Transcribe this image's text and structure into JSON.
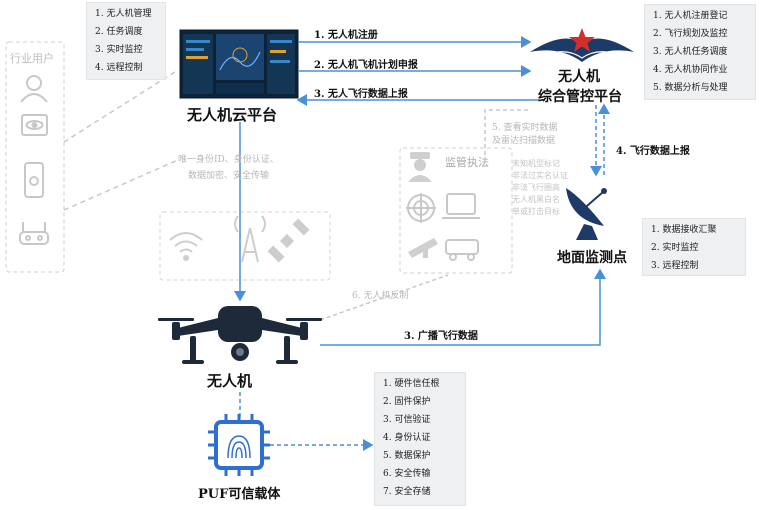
{
  "cloud_platform": {
    "features": [
      "1. 无人机管理",
      "2. 任务调度",
      "3. 实时监控",
      "4. 远程控制"
    ],
    "label": "无人机云平台"
  },
  "industry_users": {
    "label": "行业用户"
  },
  "control_platform": {
    "logo_text": "无人机",
    "label": "综合管控平台",
    "features": [
      "1. 无人机注册登记",
      "2. 飞行规划及监控",
      "3. 无人机任务调度",
      "4. 无人机协同作业",
      "5. 数据分析与处理"
    ]
  },
  "edges": {
    "registration": "1. 无人机注册",
    "flight_plan": "2. 无人机飞机计划申报",
    "flight_data_report": "3. 无人飞行数据上报",
    "ground_report": "4. 飞行数据上报",
    "broadcast": "3. 广播飞行数据",
    "counter": "6. 无人机反制"
  },
  "security_note": [
    "唯一身份ID、身份认证、",
    "数据加密、安全传输"
  ],
  "supervision": {
    "label": "监管执法",
    "query": [
      "5. 查看实时数据",
      "及雷达扫描数据"
    ],
    "notes": [
      "未知机型标记",
      "非法过实名认证",
      "非法飞行圈高",
      "无人机黑白名",
      "单或打击目标"
    ]
  },
  "ground_station": {
    "label": "地面监测点",
    "features": [
      "1. 数据接收汇聚",
      "2.  实时监控",
      "3. 远程控制"
    ]
  },
  "drone": {
    "label": "无人机"
  },
  "puf": {
    "label": "PUF可信载体",
    "features": [
      "1. 硬件信任根",
      "2. 固件保护",
      "3. 可信验证",
      "4. 身份认证",
      "5. 数据保护",
      "6. 安全传输",
      "7. 安全存储"
    ]
  },
  "colors": {
    "accent": "#4a90d9",
    "navy": "#1e3a66",
    "faint": "#c8c8c8",
    "panel": "#eef0f2"
  }
}
